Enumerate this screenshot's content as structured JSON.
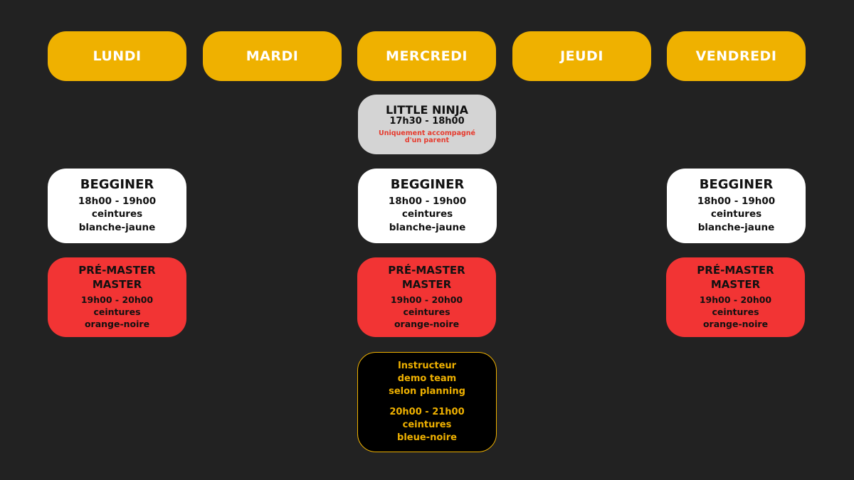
{
  "days": {
    "mon": "LUNDI",
    "tue": "MARDI",
    "wed": "MERCREDI",
    "thu": "JEUDI",
    "fri": "VENDREDI"
  },
  "little_ninja": {
    "title": "LITTLE NINJA",
    "hours": "17h30 - 18h00",
    "note_line1": "Uniquement accompagné",
    "note_line2": "d'un parent"
  },
  "beginner": {
    "title": "BEGGINER",
    "hours": "18h00 - 19h00",
    "desc_line1": "ceintures",
    "desc_line2": "blanche-jaune"
  },
  "pre_master": {
    "title_line1": "PRÉ-MASTER",
    "title_line2": "MASTER",
    "hours": "19h00 - 20h00",
    "desc_line1": "ceintures",
    "desc_line2": "orange-noire"
  },
  "instructor": {
    "line1": "Instructeur",
    "line2": "demo team",
    "line3": "selon planning",
    "hours": "20h00 - 21h00",
    "desc_line1": "ceintures",
    "desc_line2": "bleue-noire"
  },
  "colors": {
    "background": "#222222",
    "day_header": "#efb100",
    "little_ninja": "#d4d4d4",
    "beginner": "#ffffff",
    "pre_master": "#f23434",
    "instructor": "#000000",
    "note_red": "#e63b2e"
  }
}
